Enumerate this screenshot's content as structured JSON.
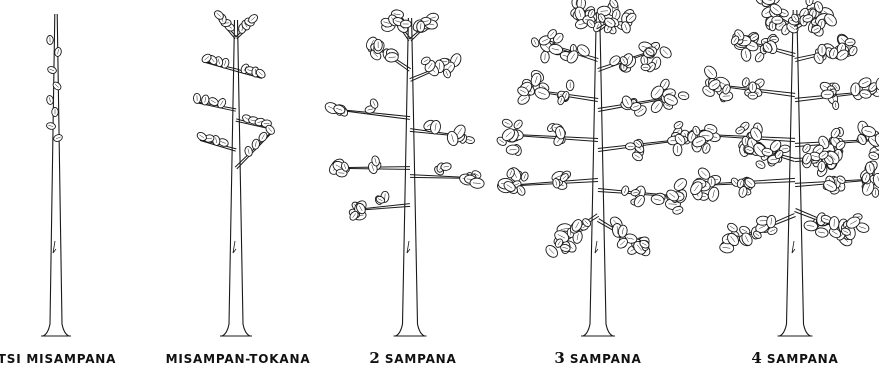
{
  "trees": [
    {
      "id": "tsi-misampana",
      "caption": "TSI MISAMPANA",
      "caption_num": "",
      "caption_text": "TSI MISAMPANA",
      "stage": 0
    },
    {
      "id": "misampan-tokana",
      "caption": "MISAMPAN-TOKANA",
      "caption_num": "",
      "caption_text": "MISAMPAN-TOKANA",
      "stage": 1
    },
    {
      "id": "2-sampana",
      "caption": "2 SAMPANA",
      "caption_num": "2",
      "caption_text": "SAMPANA",
      "stage": 2
    },
    {
      "id": "3-sampana",
      "caption": "3 SAMPANA",
      "caption_num": "3",
      "caption_text": "SAMPANA",
      "stage": 3
    },
    {
      "id": "4-sampana",
      "caption": "4 SAMPANA",
      "caption_num": "4",
      "caption_text": "SAMPANA",
      "stage": 4
    }
  ],
  "colors": {
    "ink": "#1a1a1a",
    "paper": "#ffffff"
  }
}
